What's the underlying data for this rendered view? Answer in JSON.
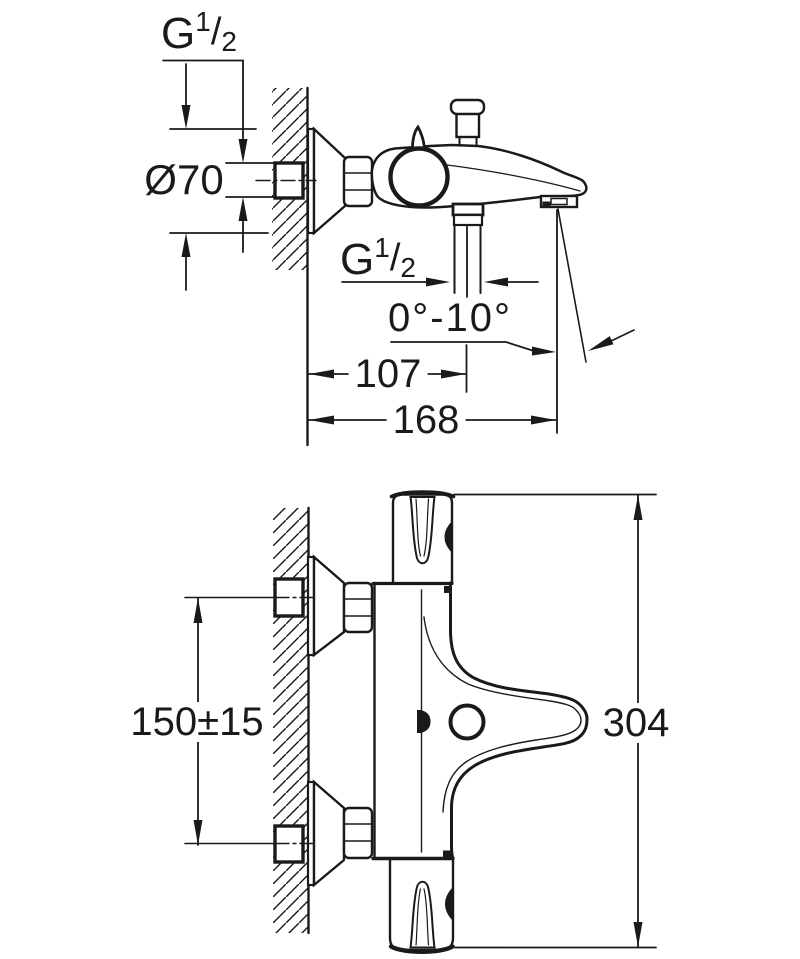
{
  "colors": {
    "ink": "#1a1a1a",
    "paper": "#ffffff"
  },
  "top_view": {
    "thread_label": {
      "prefix": "G",
      "numerator": "1",
      "denominator": "2"
    },
    "escutcheon_diameter": "Ø70",
    "shower_thread_label": {
      "prefix": "G",
      "numerator": "1",
      "denominator": "2"
    },
    "spout_angle": "0°-10°",
    "wall_to_shower_outlet": "107",
    "wall_to_spout_tip": "168"
  },
  "front_view": {
    "connection_spacing": "150±15",
    "total_height": "304"
  }
}
